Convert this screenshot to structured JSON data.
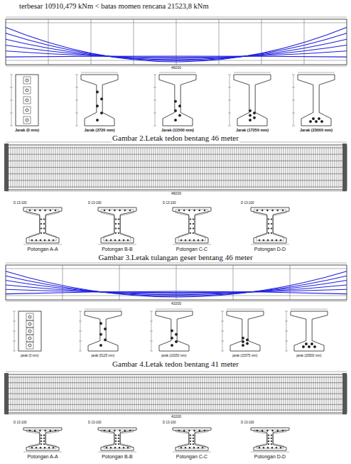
{
  "diagram": {
    "labels": [
      "terbesar 10910,479 kNm < batas momen rencana 21523,8 kNm",
      "46000",
      "Jarak (0 mm)",
      "Jarak (3720 mm)",
      "Jarak (11500 mm)",
      "Jarak (17250 mm)",
      "Jarak (23000 mm)",
      "Gambar 2.Letak tedon bentang 46 meter",
      "46000",
      "D 13-100",
      "D 13-100",
      "D 13-100",
      "D 13-100",
      "Potongan A-A",
      "Potongan B-B",
      "Potongan C-C",
      "Potongan D-D",
      "Gambar 3.Letak tulangan geser bentang 46 meter",
      "41000",
      "jarak (0 mm)",
      "jarak (5125 mm)",
      "jarak (10250 mm)",
      "jarak (15375 mm)",
      "jarak (20500 mm)",
      "Gambar 4.Letak tedon bentang 41 meter",
      "41000",
      "D 13-100",
      "D 13-100",
      "D 13-100",
      "D 13-100",
      "Potongan A-A",
      "Potongan B-B",
      "Potongan C-C",
      "Potongan D-D"
    ]
  }
}
